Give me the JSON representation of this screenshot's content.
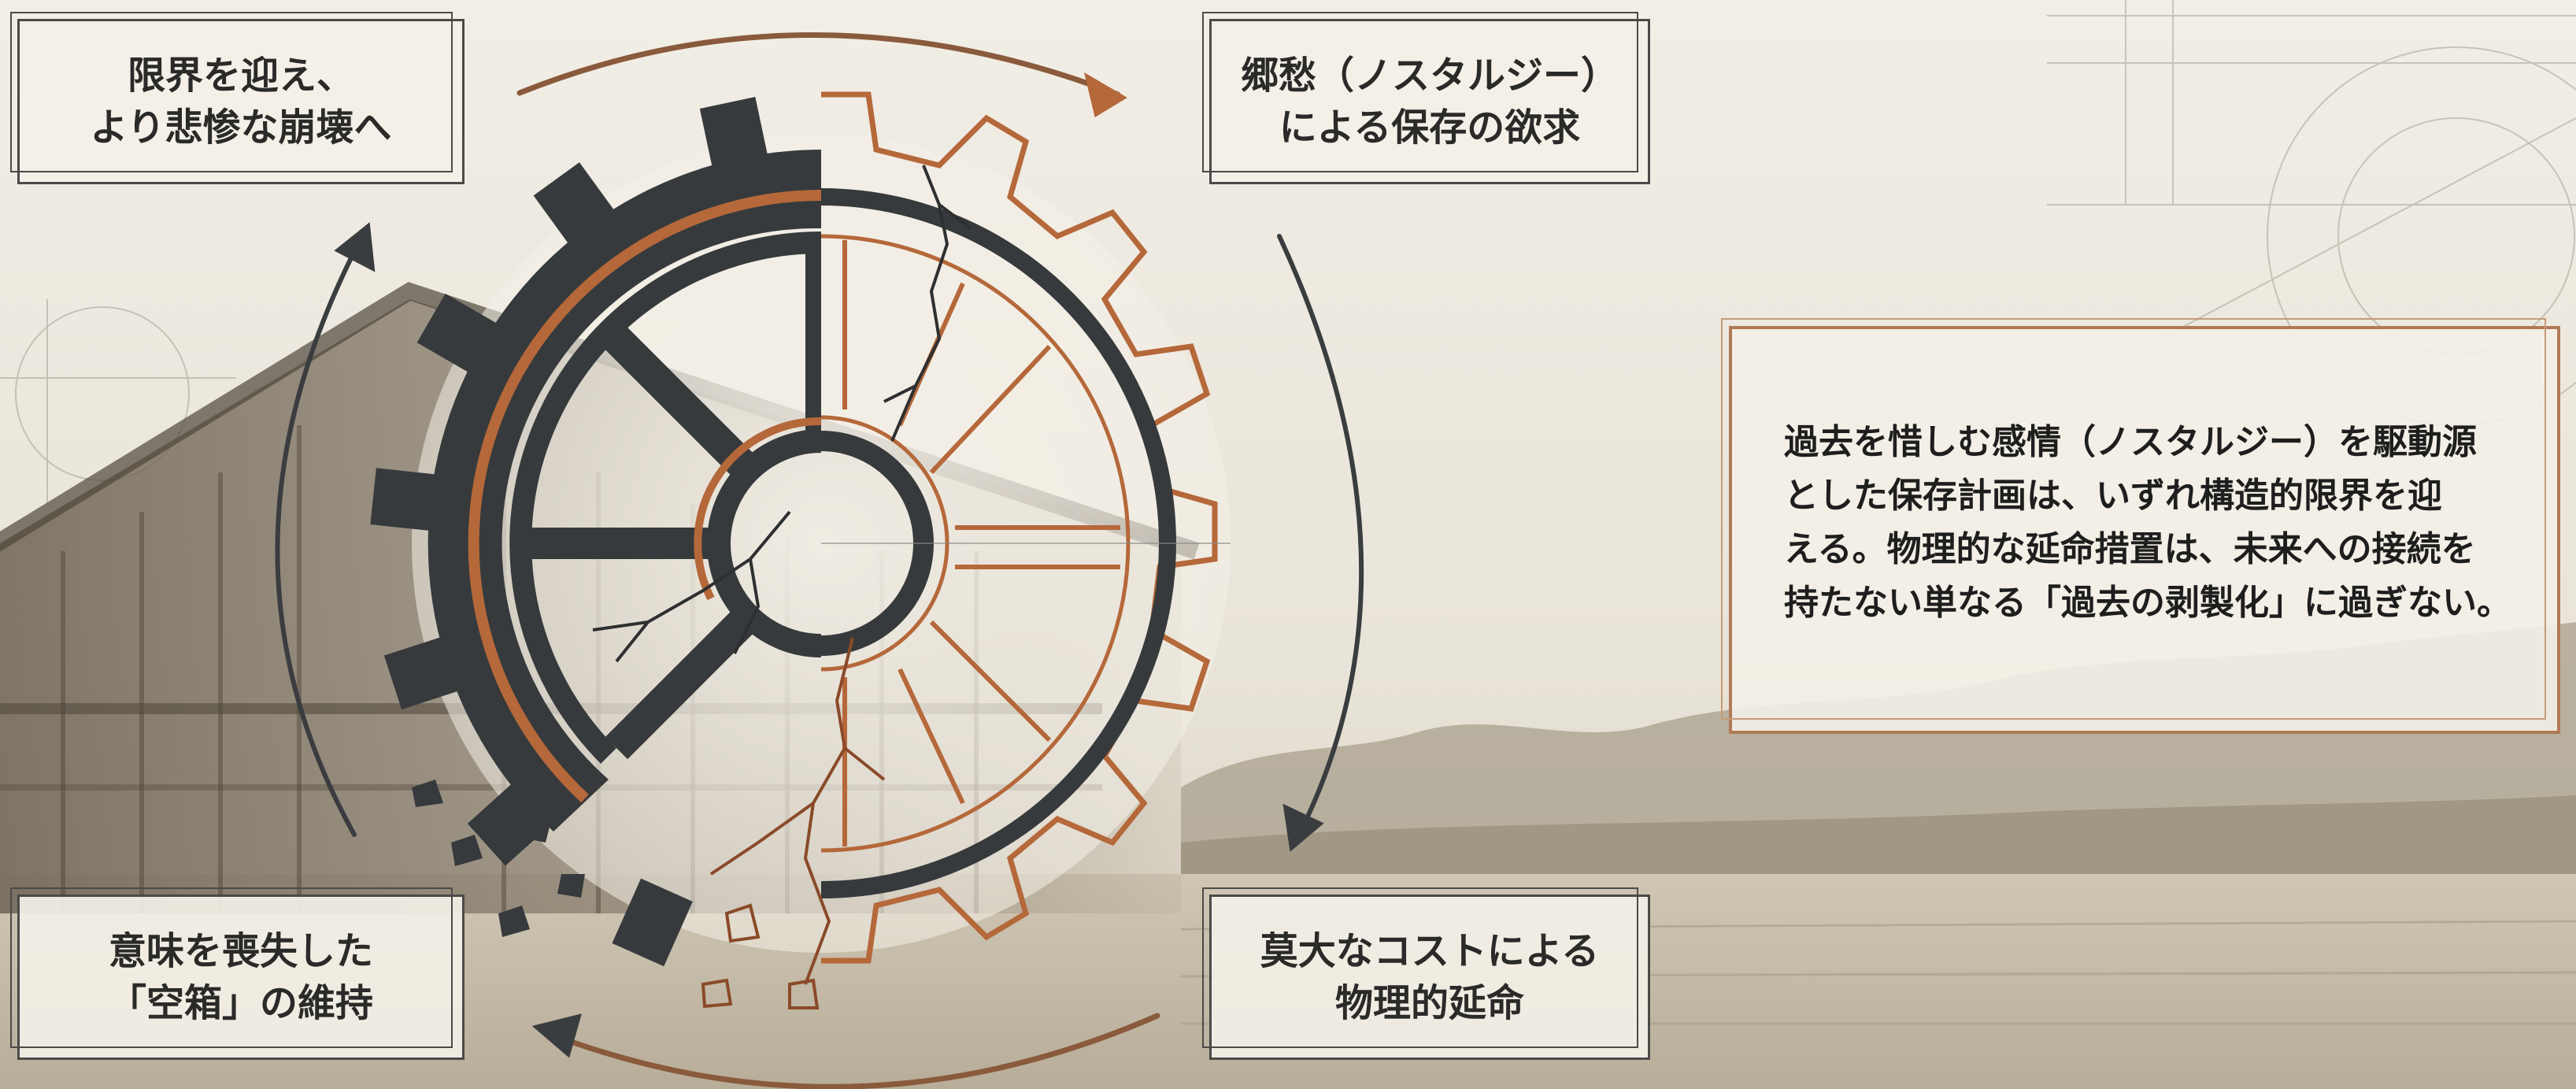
{
  "cycle": {
    "top_left": [
      "限界を迎え、",
      "より悲惨な崩壊へ"
    ],
    "top_right": [
      "郷愁（ノスタルジー）",
      "による保存の欲求"
    ],
    "bottom_left": [
      "意味を喪失した",
      "「空箱」の維持"
    ],
    "bottom_right": [
      "莫大なコストによる",
      "物理的延命"
    ]
  },
  "description": [
    "過去を惜しむ感情（ノスタルジー）を駆動源",
    "とした保存計画は、いずれ構造的限界を迎",
    "える。物理的な延命措置は、未来への接続を",
    "持たない単なる「過去の剥製化」に過ぎない。"
  ],
  "colors": {
    "background": "#efebe2",
    "gear_dark": "#363a3c",
    "accent_copper": "#b5683a",
    "arrow_dark": "#3a3d3f"
  },
  "icons": [
    "broken-gear-icon",
    "cycle-arrow-icon"
  ]
}
